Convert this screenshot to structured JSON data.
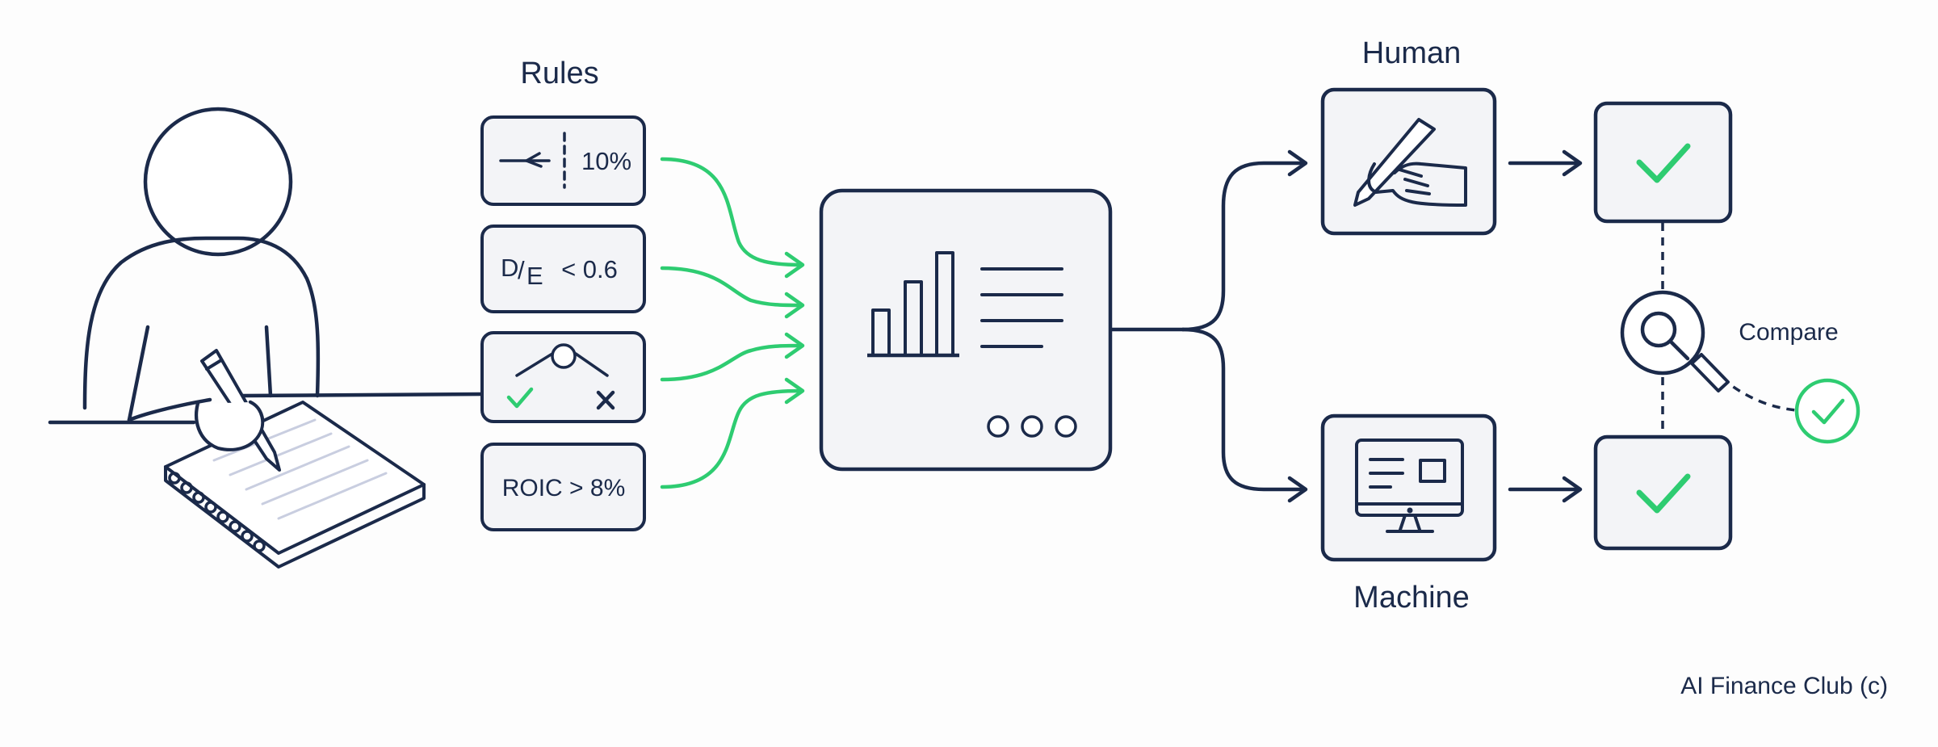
{
  "labels": {
    "rules_title": "Rules",
    "rule_1_value": "10%",
    "rule_2_d": "D",
    "rule_2_slash": "/",
    "rule_2_e": "E",
    "rule_2_cond": "< 0.6",
    "rule_4_text": "ROIC > 8%",
    "human": "Human",
    "machine": "Machine",
    "compare": "Compare",
    "footer": "AI Finance Club (c)"
  },
  "colors": {
    "navy": "#1b2a4a",
    "green": "#2ecc71",
    "panel_fill": "#f3f4f7",
    "background": "#fdfdfd"
  },
  "icons": {
    "person": "person-writing-icon",
    "notebook": "notebook-icon",
    "threshold": "threshold-icon",
    "decision_tree": "decision-tree-icon",
    "chart": "bar-chart-icon",
    "hand": "hand-writing-icon",
    "monitor": "monitor-icon",
    "check": "check-icon",
    "magnifier": "magnifier-icon"
  }
}
